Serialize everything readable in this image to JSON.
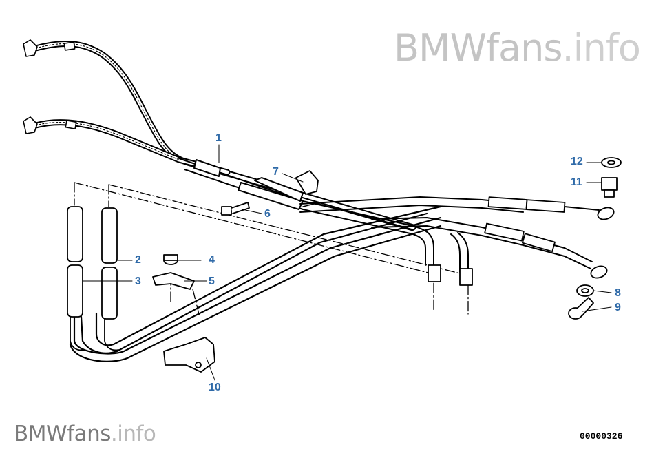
{
  "watermark_top": {
    "brand": "BMWfans",
    "suffix": ".info"
  },
  "watermark_bottom": {
    "brand": "BMWfans",
    "suffix": ".info"
  },
  "diagram_code": "00000326",
  "callouts": [
    "1",
    "2",
    "3",
    "4",
    "5",
    "6",
    "7",
    "8",
    "9",
    "10",
    "11",
    "12"
  ],
  "colors": {
    "callout": "#2f6aa8",
    "line": "#000000",
    "watermark": "#c4c4c4"
  }
}
